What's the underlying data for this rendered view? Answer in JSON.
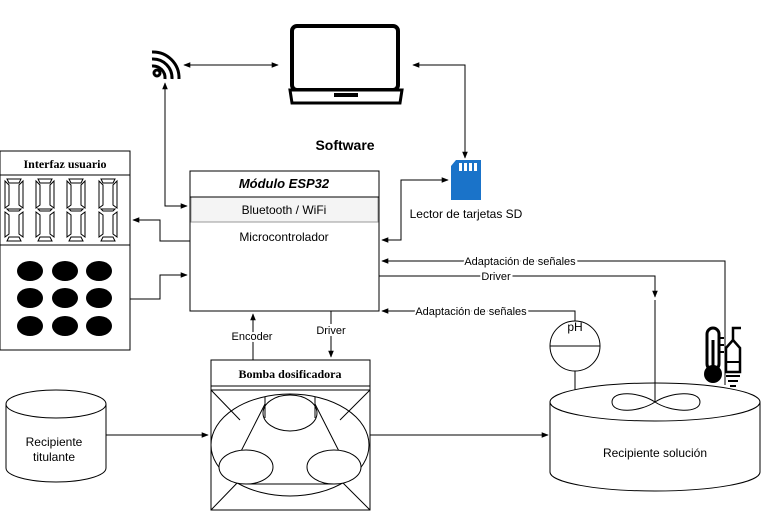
{
  "software": {
    "label": "Software"
  },
  "sd_reader": {
    "label": "Lector de tarjetas SD"
  },
  "esp32": {
    "title": "Módulo ESP32",
    "comm": "Bluetooth / WiFi",
    "mcu": "Microcontrolador"
  },
  "ui": {
    "title": "Interfaz usuario"
  },
  "pump": {
    "title": "Bomba dosificadora"
  },
  "titrant": {
    "label_line1": "Recipiente",
    "label_line2": "titulante"
  },
  "solution": {
    "label": "Recipiente solución"
  },
  "ph_sensor": {
    "label": "pH"
  },
  "signals": {
    "encoder": "Encoder",
    "driver_pump": "Driver",
    "adapt_top": "Adaptación de señales",
    "driver_top": "Driver",
    "adapt_ph": "Adaptación de señales"
  },
  "icons": {
    "laptop": "laptop-icon",
    "wifi": "wifi-icon",
    "sd": "sd-card-icon",
    "thermometer": "thermometer-icon",
    "seven_segment": "seven-segment-display-icon",
    "keypad": "keypad-icon",
    "stirrer": "stirrer-icon"
  },
  "colors": {
    "sd_card": "#1a73c9",
    "line": "#000000"
  }
}
